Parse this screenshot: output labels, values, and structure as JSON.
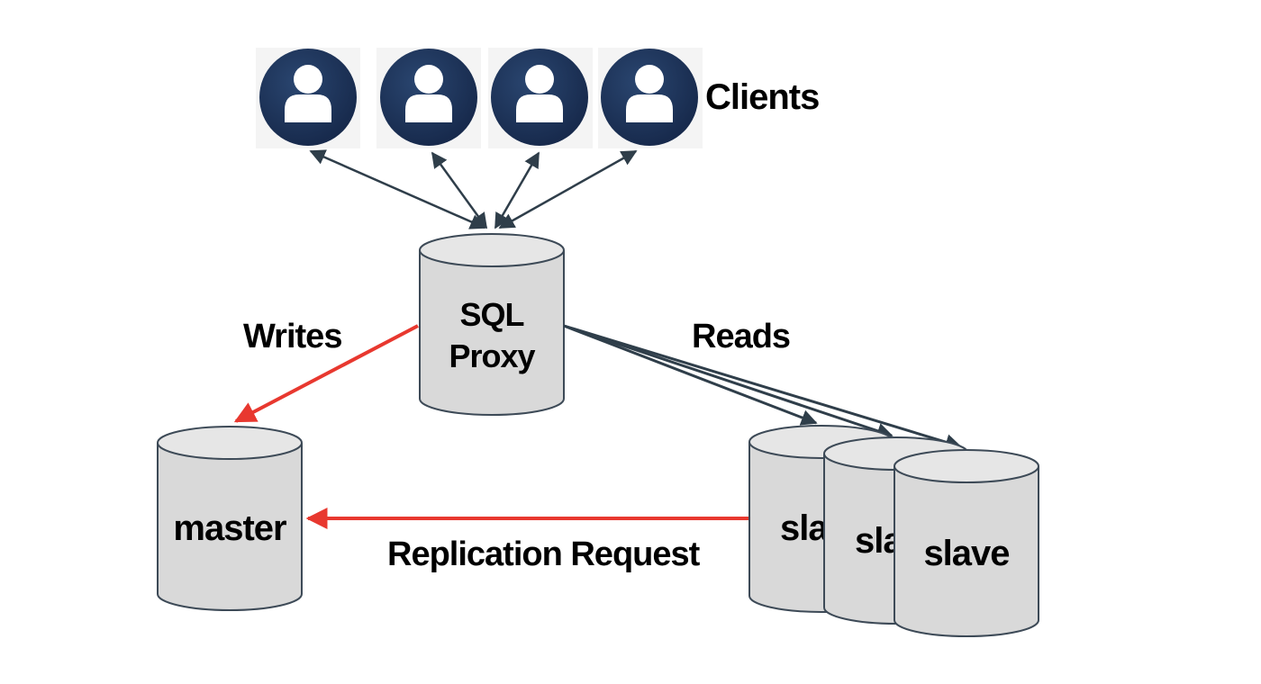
{
  "labels": {
    "clients": "Clients",
    "proxy_line1": "SQL",
    "proxy_line2": "Proxy",
    "writes": "Writes",
    "reads": "Reads",
    "master": "master",
    "slave_front": "slave",
    "slave_mid_clipped": "sla",
    "slave_back_clipped": "sla",
    "replication": "Replication Request"
  },
  "colors": {
    "client_circle": "#1d3557",
    "client_icon": "#ffffff",
    "client_link": "#2f3e4a",
    "write_arrow": "#e8382f",
    "replication_arrow": "#e8382f",
    "read_arrow": "#2f3e4a",
    "cylinder_fill": "#d9d9d9",
    "cylinder_stroke": "#3d4a57"
  },
  "icons": [
    "user-icon",
    "user-icon",
    "user-icon",
    "user-icon"
  ]
}
